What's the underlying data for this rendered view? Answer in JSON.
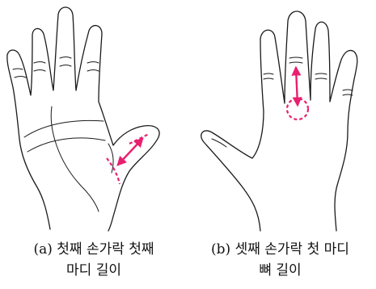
{
  "colors": {
    "line": "#1a1a1a",
    "accent": "#e8206f",
    "background": "#ffffff"
  },
  "captions": {
    "a": {
      "line1": "(a) 첫째 손가락 첫째",
      "line2": "마디 길이"
    },
    "b": {
      "line1": "(b) 셋째 손가락 첫 마디",
      "line2": "뼈 길이"
    }
  }
}
